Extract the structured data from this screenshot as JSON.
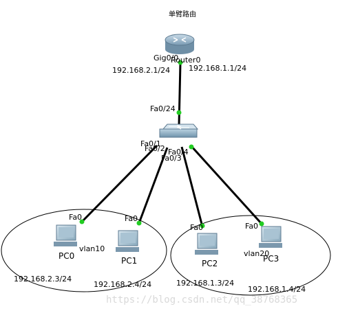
{
  "title": "单臂路由",
  "router": {
    "name": "Router0",
    "port": "Gig0/0",
    "ip_left": "192.168.2.1/24",
    "ip_right": "192.168.1.1/24"
  },
  "switch": {
    "uplink": "Fa0/24",
    "ports_label": "Fa0/1",
    "ports_label2": "Fa0/2",
    "ports_label3": "Fa0/3",
    "ports_label4": "Fa0/4"
  },
  "vlans": {
    "left": "vlan10",
    "right": "vlan20"
  },
  "pcs": [
    {
      "name": "PC0",
      "port": "Fa0",
      "ip": "192.168.2.3/24"
    },
    {
      "name": "PC1",
      "port": "Fa0",
      "ip": "192.168.2.4/24"
    },
    {
      "name": "PC2",
      "port": "Fa0",
      "ip": "192.168.1.3/24"
    },
    {
      "name": "PC3",
      "port": "Fa0",
      "ip": "192.168.1.4/24"
    }
  ],
  "watermark": "https://blog.csdn.net/qq_38768365",
  "colors": {
    "link": "#000000",
    "port_dot": "#22cc22"
  }
}
